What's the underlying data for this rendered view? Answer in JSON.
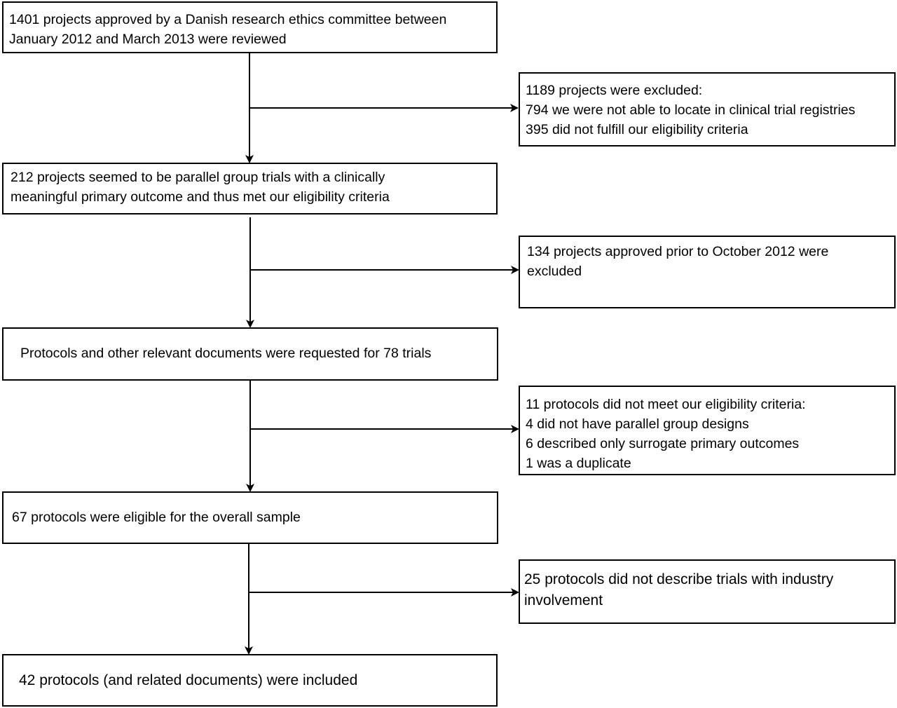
{
  "flowchart": {
    "steps": [
      {
        "lines": [
          "1401 projects approved by a Danish research ethics committee between",
          "January 2012 and March 2013 were reviewed"
        ]
      },
      {
        "lines": [
          "212 projects seemed to be parallel group trials with a clinically",
          "meaningful primary outcome and thus met our eligibility criteria"
        ]
      },
      {
        "lines": [
          "Protocols and other relevant documents were requested for 78 trials"
        ]
      },
      {
        "lines": [
          "67 protocols were eligible for the overall sample"
        ]
      },
      {
        "lines": [
          "42 protocols (and related documents) were included"
        ]
      }
    ],
    "exclusions": [
      {
        "lines": [
          "1189 projects were excluded:",
          "794 we were not able to locate in clinical trial registries",
          "395 did not fulfill our eligibility criteria"
        ]
      },
      {
        "lines": [
          "134 projects approved prior to October 2012 were",
          "excluded"
        ]
      },
      {
        "lines": [
          "11 protocols did not meet our eligibility criteria:",
          "4 did not have parallel group designs",
          "6 described only surrogate primary outcomes",
          "1 was a duplicate"
        ]
      },
      {
        "lines": [
          "25 protocols did not describe trials with industry",
          "involvement"
        ]
      }
    ]
  }
}
